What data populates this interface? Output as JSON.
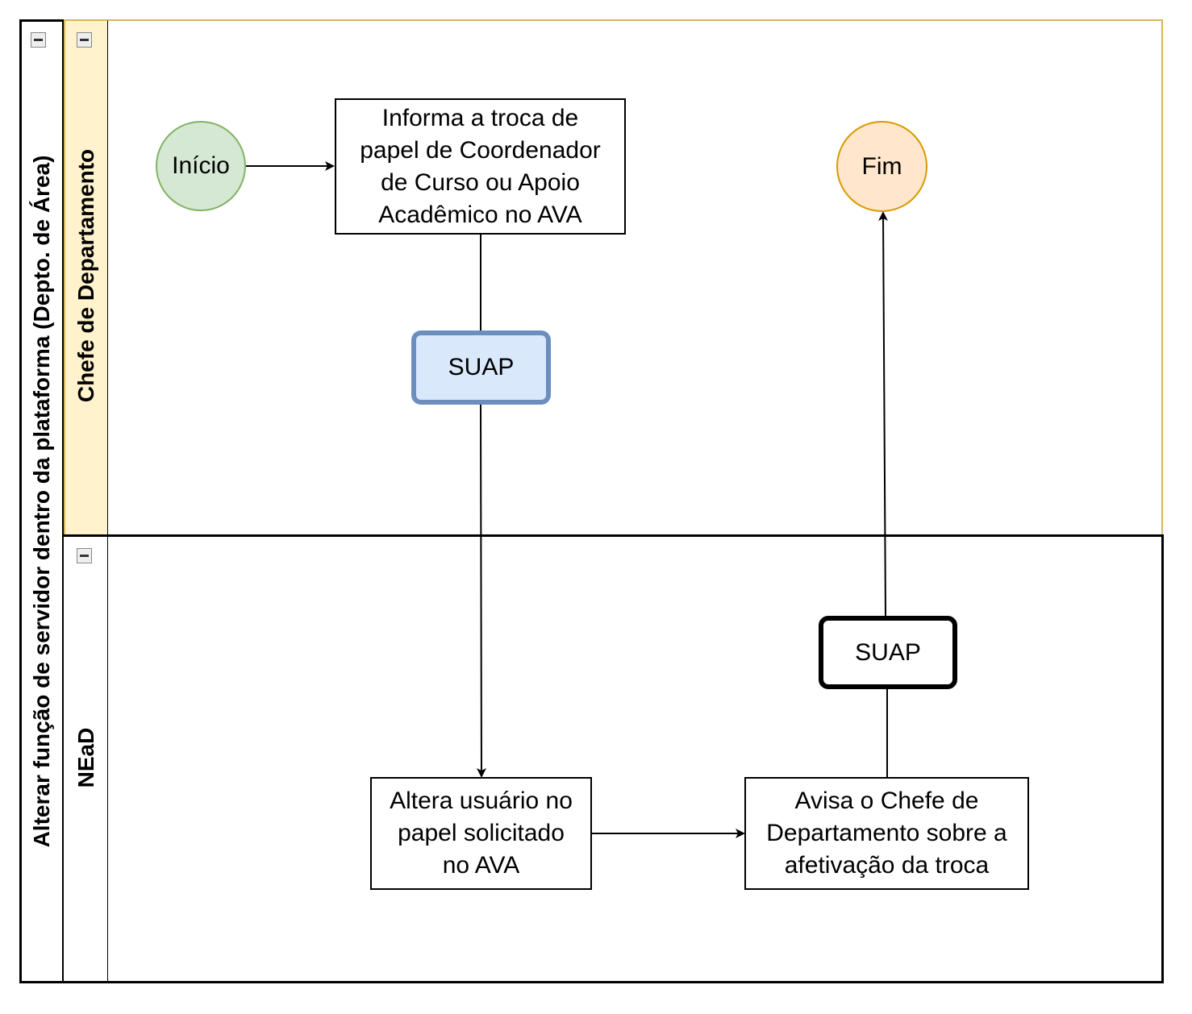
{
  "pool": {
    "title": "Alterar função de servidor dentro da plataforma (Depto. de Área)"
  },
  "lanes": [
    {
      "title": "Chefe de Departamento",
      "color": "#fff2cc",
      "border": "#d6b656"
    },
    {
      "title": "NEaD"
    }
  ],
  "nodes": {
    "start": {
      "label": "Início",
      "fill": "#d5e8d4",
      "stroke": "#82b366"
    },
    "inform": {
      "lines": [
        "Informa a troca de",
        "papel de Coordenador",
        "de Curso ou Apoio",
        "Acadêmico no AVA"
      ]
    },
    "suap1": {
      "label": "SUAP",
      "fill": "#dae8fc",
      "stroke": "#6c8ebf"
    },
    "end": {
      "label": "Fim",
      "fill": "#ffe6cc",
      "stroke": "#d79b00"
    },
    "alter": {
      "lines": [
        "Altera usuário no",
        "papel solicitado",
        "no AVA"
      ]
    },
    "notify": {
      "lines": [
        "Avisa o Chefe de",
        "Departamento sobre a",
        "afetivação da troca"
      ]
    },
    "suap2": {
      "label": "SUAP"
    }
  }
}
